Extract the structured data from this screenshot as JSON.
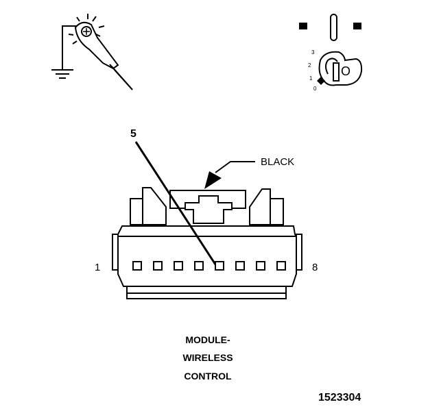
{
  "connector": {
    "pin_left": "1",
    "pin_right": "8",
    "pin_count": 8,
    "highlighted_pin": 5,
    "callout": "5",
    "wire_color": "BLACK"
  },
  "caption": {
    "line1": "MODULE-",
    "line2": "WIRELESS",
    "line3": "CONTROL"
  },
  "figure_id": "1523304",
  "ignition": {
    "positions": [
      "3",
      "2",
      "1",
      "0"
    ],
    "key_letter": "O"
  },
  "icons": {
    "probe": "test-probe-icon",
    "ground": "ground-symbol-icon",
    "ignition": "ignition-key-icon"
  }
}
